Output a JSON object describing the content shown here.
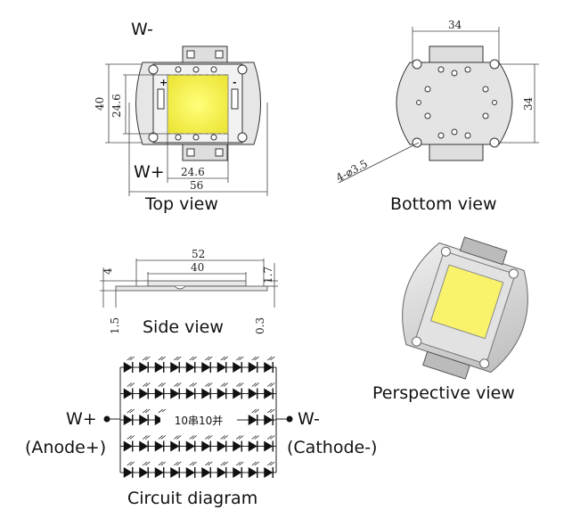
{
  "top_view": {
    "caption": "Top view",
    "label_neg": "W-",
    "label_pos": "W+",
    "dim_40": "40",
    "dim_24_6_v": "24.6",
    "dim_24_6_h": "24.6",
    "dim_56": "56",
    "plus": "+",
    "minus": "-"
  },
  "bottom_view": {
    "caption": "Bottom view",
    "dim_34_h": "34",
    "dim_34_v": "34",
    "dim_holes": "4-⌀3.5"
  },
  "side_view": {
    "caption": "Side view",
    "dim_52": "52",
    "dim_40": "40",
    "dim_4": "4",
    "dim_1_7": "1.7",
    "dim_1_5": "1.5",
    "dim_0_3": "0.3"
  },
  "perspective_view": {
    "caption": "Perspective view"
  },
  "circuit": {
    "caption": "Circuit diagram",
    "center_label": "10串10并",
    "w_plus": "W+",
    "w_minus": "W-",
    "anode": "(Anode+)",
    "cathode": "(Cathode-)",
    "columns": 10,
    "rows": 5
  },
  "colors": {
    "led_yellow": "#F2EE3C",
    "board_gray": "#D8D8D8",
    "line": "#222222"
  }
}
